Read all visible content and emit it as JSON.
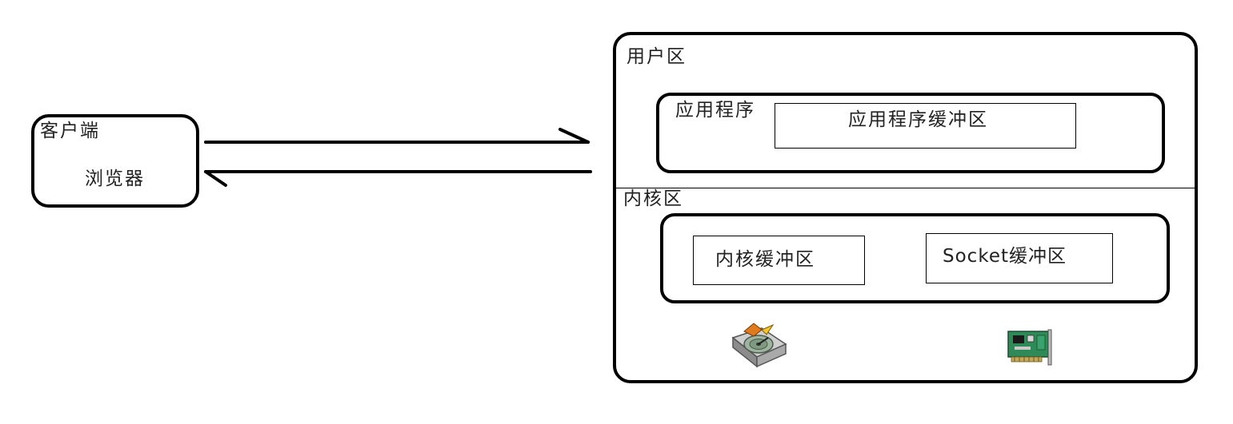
{
  "client": {
    "title": "客户端",
    "browser": "浏览器"
  },
  "server": {
    "user_zone": {
      "title": "用户区",
      "app_label": "应用程序",
      "app_buffer": "应用程序缓冲区"
    },
    "kernel_zone": {
      "title": "内核区",
      "kernel_buffer": "内核缓冲区",
      "socket_buffer": "Socket缓冲区"
    },
    "icons": [
      "hard-disk-icon",
      "network-card-icon"
    ]
  },
  "arrows": [
    "request-arrow",
    "response-arrow"
  ]
}
